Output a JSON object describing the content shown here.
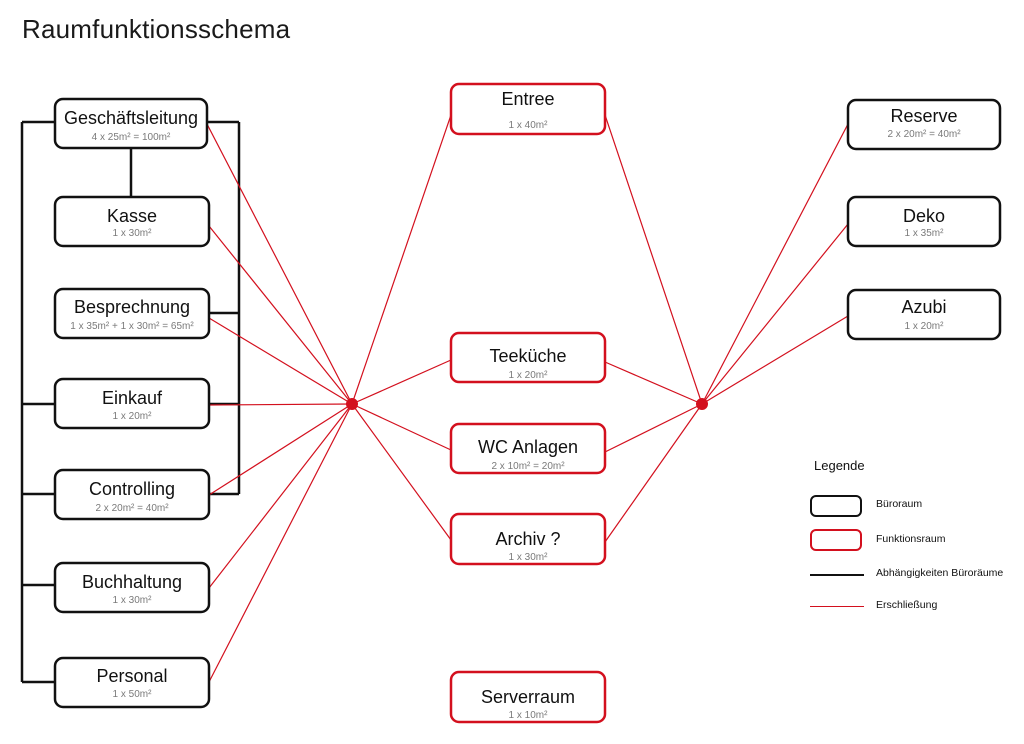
{
  "title": "Raumfunktionsschema",
  "colors": {
    "office": "#111111",
    "function": "#d3101e",
    "area_text": "#7a7a7a"
  },
  "office_rooms": [
    {
      "id": "geschaeftsleitung",
      "name": "Geschäftsleitung",
      "area": "4 x 25m² = 100m²"
    },
    {
      "id": "kasse",
      "name": "Kasse",
      "area": "1 x 30m²"
    },
    {
      "id": "besprechnung",
      "name": "Besprechnung",
      "area": "1 x 35m² +  1 x 30m² = 65m²"
    },
    {
      "id": "einkauf",
      "name": "Einkauf",
      "area": "1 x 20m²"
    },
    {
      "id": "controlling",
      "name": "Controlling",
      "area": "2 x 20m² = 40m²"
    },
    {
      "id": "buchhaltung",
      "name": "Buchhaltung",
      "area": "1 x 30m²"
    },
    {
      "id": "personal",
      "name": "Personal",
      "area": "1 x 50m²"
    },
    {
      "id": "reserve",
      "name": "Reserve",
      "area": "2 x 20m² = 40m²"
    },
    {
      "id": "deko",
      "name": "Deko",
      "area": "1 x 35m²"
    },
    {
      "id": "azubi",
      "name": "Azubi",
      "area": "1 x 20m²"
    }
  ],
  "function_rooms": [
    {
      "id": "entree",
      "name": "Entree",
      "area": "1 x 40m²"
    },
    {
      "id": "teekueche",
      "name": "Teeküche",
      "area": "1 x 20m²"
    },
    {
      "id": "wc",
      "name": "WC Anlagen",
      "area": "2 x 10m² = 20m²"
    },
    {
      "id": "archiv",
      "name": "Archiv ?",
      "area": "1 x 30m²"
    },
    {
      "id": "serverraum",
      "name": "Serverraum",
      "area": "1 x 10m²"
    }
  ],
  "legend": {
    "title": "Legende",
    "items": [
      {
        "label": "Büroraum"
      },
      {
        "label": "Funktionsraum"
      },
      {
        "label": "Abhängigkeiten Büroräume"
      },
      {
        "label": "Erschließung"
      }
    ]
  }
}
